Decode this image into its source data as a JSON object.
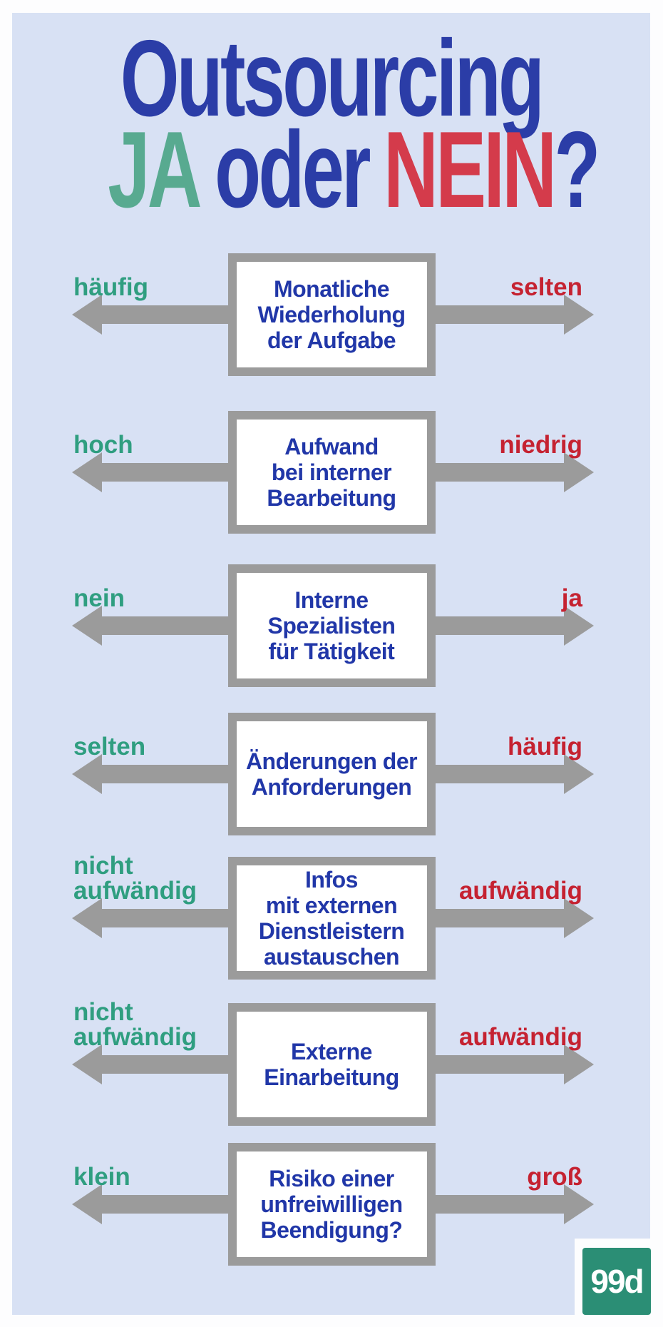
{
  "title": {
    "line1": "Outsourcing",
    "ja": "JA",
    "oder": "oder",
    "nein": "NEIN",
    "question_mark": "?"
  },
  "rows": [
    {
      "topic": "Monatliche\nWiederholung\nder Aufgabe",
      "left_label": "häufig",
      "right_label": "selten"
    },
    {
      "topic": "Aufwand\nbei interner\nBearbeitung",
      "left_label": "hoch",
      "right_label": "niedrig"
    },
    {
      "topic": "Interne\nSpezialisten\nfür Tätigkeit",
      "left_label": "nein",
      "right_label": "ja"
    },
    {
      "topic": "Änderungen der\nAnforderungen",
      "left_label": "selten",
      "right_label": "häufig"
    },
    {
      "topic": "Infos\nmit externen\nDienstleistern\naustauschen",
      "left_label": "nicht\naufwändig",
      "right_label": "aufwändig"
    },
    {
      "topic": "Externe\nEinarbeitung",
      "left_label": "nicht\naufwändig",
      "right_label": "aufwändig"
    },
    {
      "topic": "Risiko einer\nunfreiwilligen\nBeendigung?",
      "left_label": "klein",
      "right_label": "groß"
    }
  ],
  "logo": {
    "text": "99d"
  },
  "colors": {
    "page_bg": "#fdfdfe",
    "panel_bg": "#d8e1f4",
    "title_blue": "#2b3da7",
    "ja_green": "#58aa90",
    "nein_red": "#d43b4b",
    "box_text_blue": "#2137a8",
    "label_green": "#2f9e80",
    "label_red": "#c52231",
    "arrow_gray": "#9b9b9b",
    "box_border_gray": "#9b9b9b",
    "box_bg": "#ffffff",
    "logo_green": "#2b8e75",
    "logo_text": "#ffffff"
  }
}
